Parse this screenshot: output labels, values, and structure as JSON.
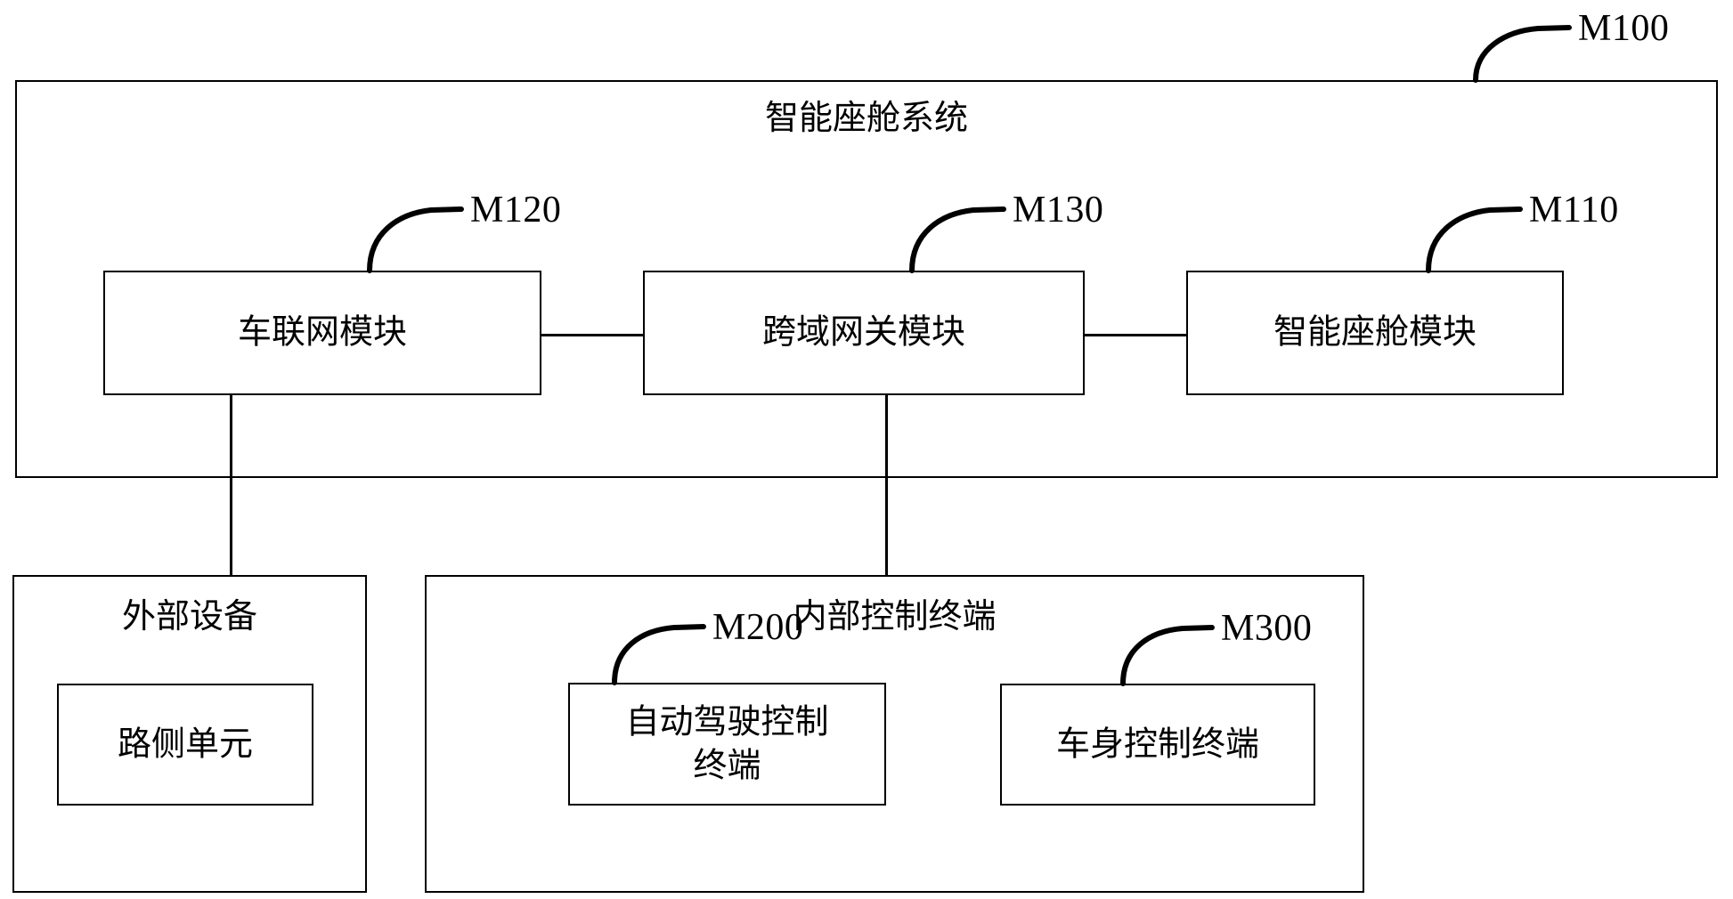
{
  "diagram": {
    "type": "block-diagram",
    "title_box": {
      "ref": "M100",
      "label": "智能座舱系统"
    },
    "modules": [
      {
        "ref": "M120",
        "label": "车联网模块"
      },
      {
        "ref": "M130",
        "label": "跨域网关模块"
      },
      {
        "ref": "M110",
        "label": "智能座舱模块"
      }
    ],
    "external_device": {
      "label": "外部设备",
      "children": [
        {
          "label": "路侧单元"
        }
      ]
    },
    "internal_control_terminal": {
      "label": "内部控制终端",
      "children": [
        {
          "ref": "M200",
          "line1": "自动驾驶控制",
          "line2": "终端"
        },
        {
          "ref": "M300",
          "line1": "车身控制终端",
          "line2": ""
        }
      ]
    },
    "colors": {
      "stroke": "#000000",
      "background": "#ffffff",
      "text": "#000000"
    }
  }
}
